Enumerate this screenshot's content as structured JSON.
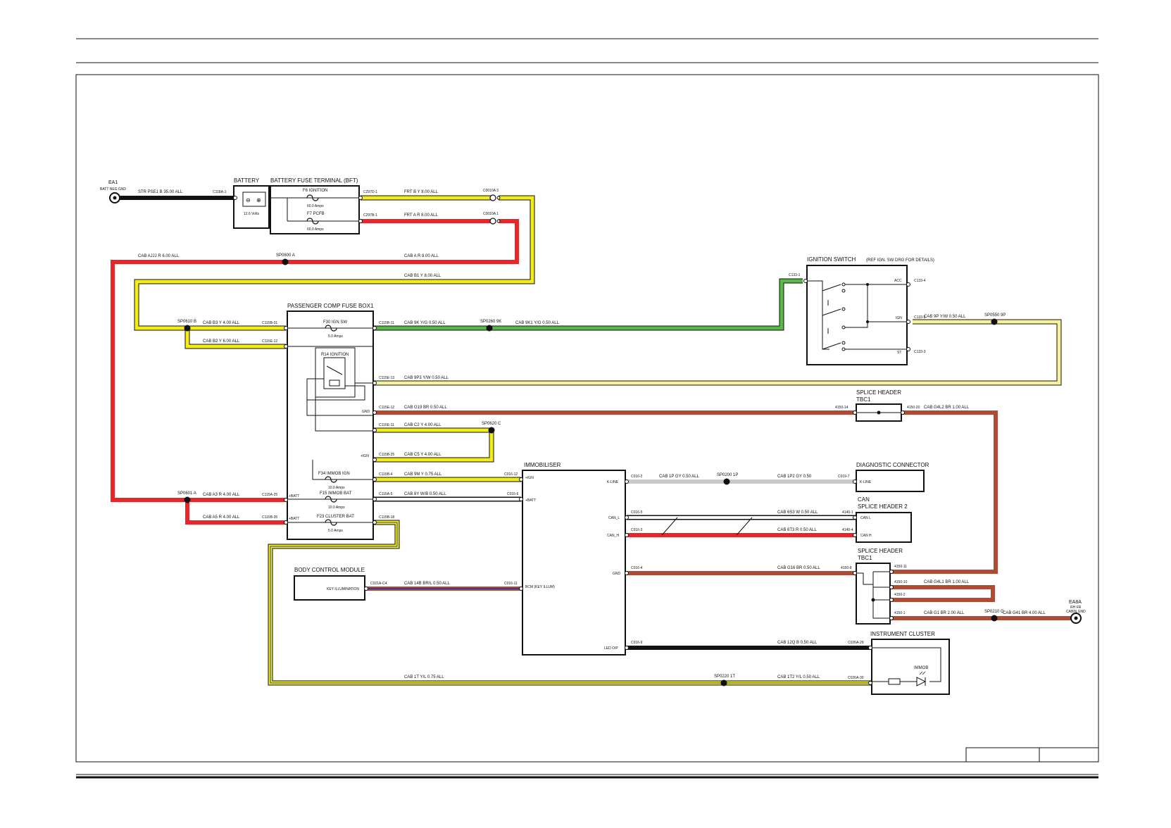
{
  "colors": {
    "black": "#111111",
    "yellow": "#f3ec19",
    "yellow_light": "#f6f29a",
    "red": "#e8262a",
    "green": "#58b947",
    "brown": "#b04a32",
    "grey": "#c8c8c8",
    "blue": "#2f3f9e",
    "white_wire": "#ffffff"
  },
  "components": {
    "ea1": "EA1",
    "ea1_sub": "BATT NEG GND",
    "battery": "BATTERY",
    "battery_volts": "12.6 Volts",
    "bft": "BATTERY FUSE TERMINAL (BFT)",
    "f6": "F6 IGNITION",
    "f6_amps": "60.0 Amps",
    "f7": "F7 PCFB",
    "f7_amps": "60.0 Amps",
    "pcfb": "PASSENGER COMP FUSE BOX1",
    "f30": "F30 IGN SW",
    "f30_amps": "5.0 Amps",
    "r14": "R14 IGNITION",
    "f34": "F34 IMMOB IGN",
    "f34_amps": "10.0 Amps",
    "f15": "F15 IMMOB BAT",
    "f15_amps": "10.0 Amps",
    "f23": "F23 CLUSTER BAT",
    "f23_amps": "5.0 Amps",
    "ign_switch": "IGNITION SWITCH",
    "ign_switch_ref": "(REF IGN. SW DRG FOR DETAILS)",
    "ign_acc": "ACC",
    "ign_ign": "IGN",
    "ign_st": "ST",
    "splice_tbc1_a": "SPLICE HEADER",
    "splice_tbc1_b": "TBC1",
    "immobiliser": "IMMOBILISER",
    "immo_ign": "+IGN",
    "immo_batt": "+BATT",
    "immo_kline": "K-LINE",
    "immo_canl": "CAN_L",
    "immo_canh": "CAN_H",
    "immo_gnd": "GND",
    "immo_bcm": "BCM (KEY ILLUM)",
    "immo_led": "LED O/P",
    "diag": "DIAGNOSTIC CONNECTOR",
    "diag_kline": "K-LINE",
    "can": "CAN",
    "can_splice": "SPLICE HEADER 2",
    "can_l": "CAN L",
    "can_h": "CAN H",
    "splice2_a": "SPLICE HEADER",
    "splice2_b": "TBC1",
    "bcm": "BODY CONTROL MODULE",
    "bcm_key": "KEY ILLUMINATION",
    "ic": "INSTRUMENT CLUSTER",
    "ic_immob": "IMMOB",
    "ea8a": "EA8A",
    "ea8a_sub1": "RH FR",
    "ea8a_sub2": "CABIN GND",
    "pcfb_gnd": "GND",
    "pcfb_ign": "+IGN",
    "pcfb_batt1": "+BATT",
    "pcfb_batt2": "+BATT"
  },
  "connectors": {
    "c118a1": "C118A-1",
    "c297d1": "C297D-1",
    "c297b1": "C297B-1",
    "c0010a3": "C0010A 3",
    "c0010a1": "C0010A 1",
    "c1158_31": "C115B-31",
    "c115e_12": "C115E-12",
    "c1158_11": "C115B-11",
    "c115e_13": "C115E-13",
    "c115e_12b": "C115E-12",
    "c115e_11": "C115E-11",
    "c1158_25": "C115B-25",
    "c1158_4": "C115B-4",
    "c115a_5": "C115A-5",
    "c115a_25": "C115A-25",
    "c1158_35": "C115B-35",
    "c1158_18": "C115B-18",
    "c133_1": "C133-1",
    "c133_4": "C133-4",
    "c133_5": "C133-5",
    "c133_3": "C133-3",
    "s4150_14": "4150-14",
    "s4150_20": "4150-20",
    "c016_12": "C016-12",
    "c016_6": "C016-6",
    "c016_2": "C016-2",
    "c016_5": "C016-5",
    "c016_3": "C016-3",
    "c016_4": "C016-4",
    "c016_11": "C016-11",
    "c016_9": "C016-9",
    "c019_7": "C019-7",
    "s4140_1": "4140-1",
    "s4140_4": "4140-4",
    "s4150_8": "4150-8",
    "s4150_11": "4150-11",
    "s4150_10": "4150-10",
    "s4150_2": "4150-2",
    "s4150_1": "4150-1",
    "c021a_c4": "C021A-C4",
    "c026a_29": "C026A-29",
    "c026a_30": "C026A-30"
  },
  "wires": {
    "w_pse1": "STR   PSE1 B 35.00 ALL",
    "w_b": "FRT    B Y 8.00 ALL",
    "w_a": "FRT    A R 8.00 ALL",
    "w_ajjj": "CAB    AJJJ R 6.00 ALL",
    "w_a2": "CAB    A R 8.00 ALL",
    "w_b1": "CAB    B1 Y 8.00 ALL",
    "w_b3": "CAB    B3 Y 4.00 ALL",
    "w_b2": "CAB    B2 Y 6.00 ALL",
    "w_9k": "CAB    9K Y/G 0.50 ALL",
    "w_9k1": "CAB    9K1 Y/G 0.50 ALL",
    "w_9p": "CAB    9P Y/W 0.50 ALL",
    "w_9p3": "CAB    9P3 Y/W 0.50 ALL",
    "w_g19": "CAB    G19 BR 0.50 ALL",
    "w_g4l2": "CAB    G4L2 BR 1.00 ALL",
    "w_c2": "CAB    C2 Y 4.00 ALL",
    "w_c5": "CAB    C5 Y 4.00 ALL",
    "w_9m": "CAB    9M Y 0.75 ALL",
    "w_8y": "CAB    8Y W/B 0.50 ALL",
    "w_a3": "CAB    A3 R 4.00 ALL",
    "w_a5": "CAB    A5 R 4.00 ALL",
    "w_1p": "CAB    1P GY 0.50 ALL",
    "w_1p2": "CAB    1P2 GY 0.50",
    "w_6s3": "CAB    6S3 W 0.50 ALL",
    "w_6t3": "CAB    6T3 R 0.50 ALL",
    "w_g16": "CAB    G16 BR 0.50 ALL",
    "w_g4l1": "CAB    G4L1 BR 1.00 ALL",
    "w_g1": "CAB    G1 BR 2.00 ALL",
    "w_g41": "CAB    G41 BR 4.00 ALL",
    "w_14b": "CAB    14B BR/L 0.50 ALL",
    "w_12q": "CAB    12Q B 0.50 ALL",
    "w_1t": "CAB    1T Y/L 0.75 ALL",
    "w_1t2": "CAB    1T2 Y/L 0.50 ALL"
  },
  "splices": {
    "sp0600a": "SP0600 A",
    "sp0610b": "SP0610 B",
    "sp0260k": "SP0260 9K",
    "sp0550p": "SP0550 9P",
    "sp0620c": "SP0620 C",
    "sp0601a": "SP0601 A",
    "sp0200p": "SP0200 1P",
    "sp0210g": "SP0210 G",
    "sp0220t": "SP0220 1T"
  }
}
